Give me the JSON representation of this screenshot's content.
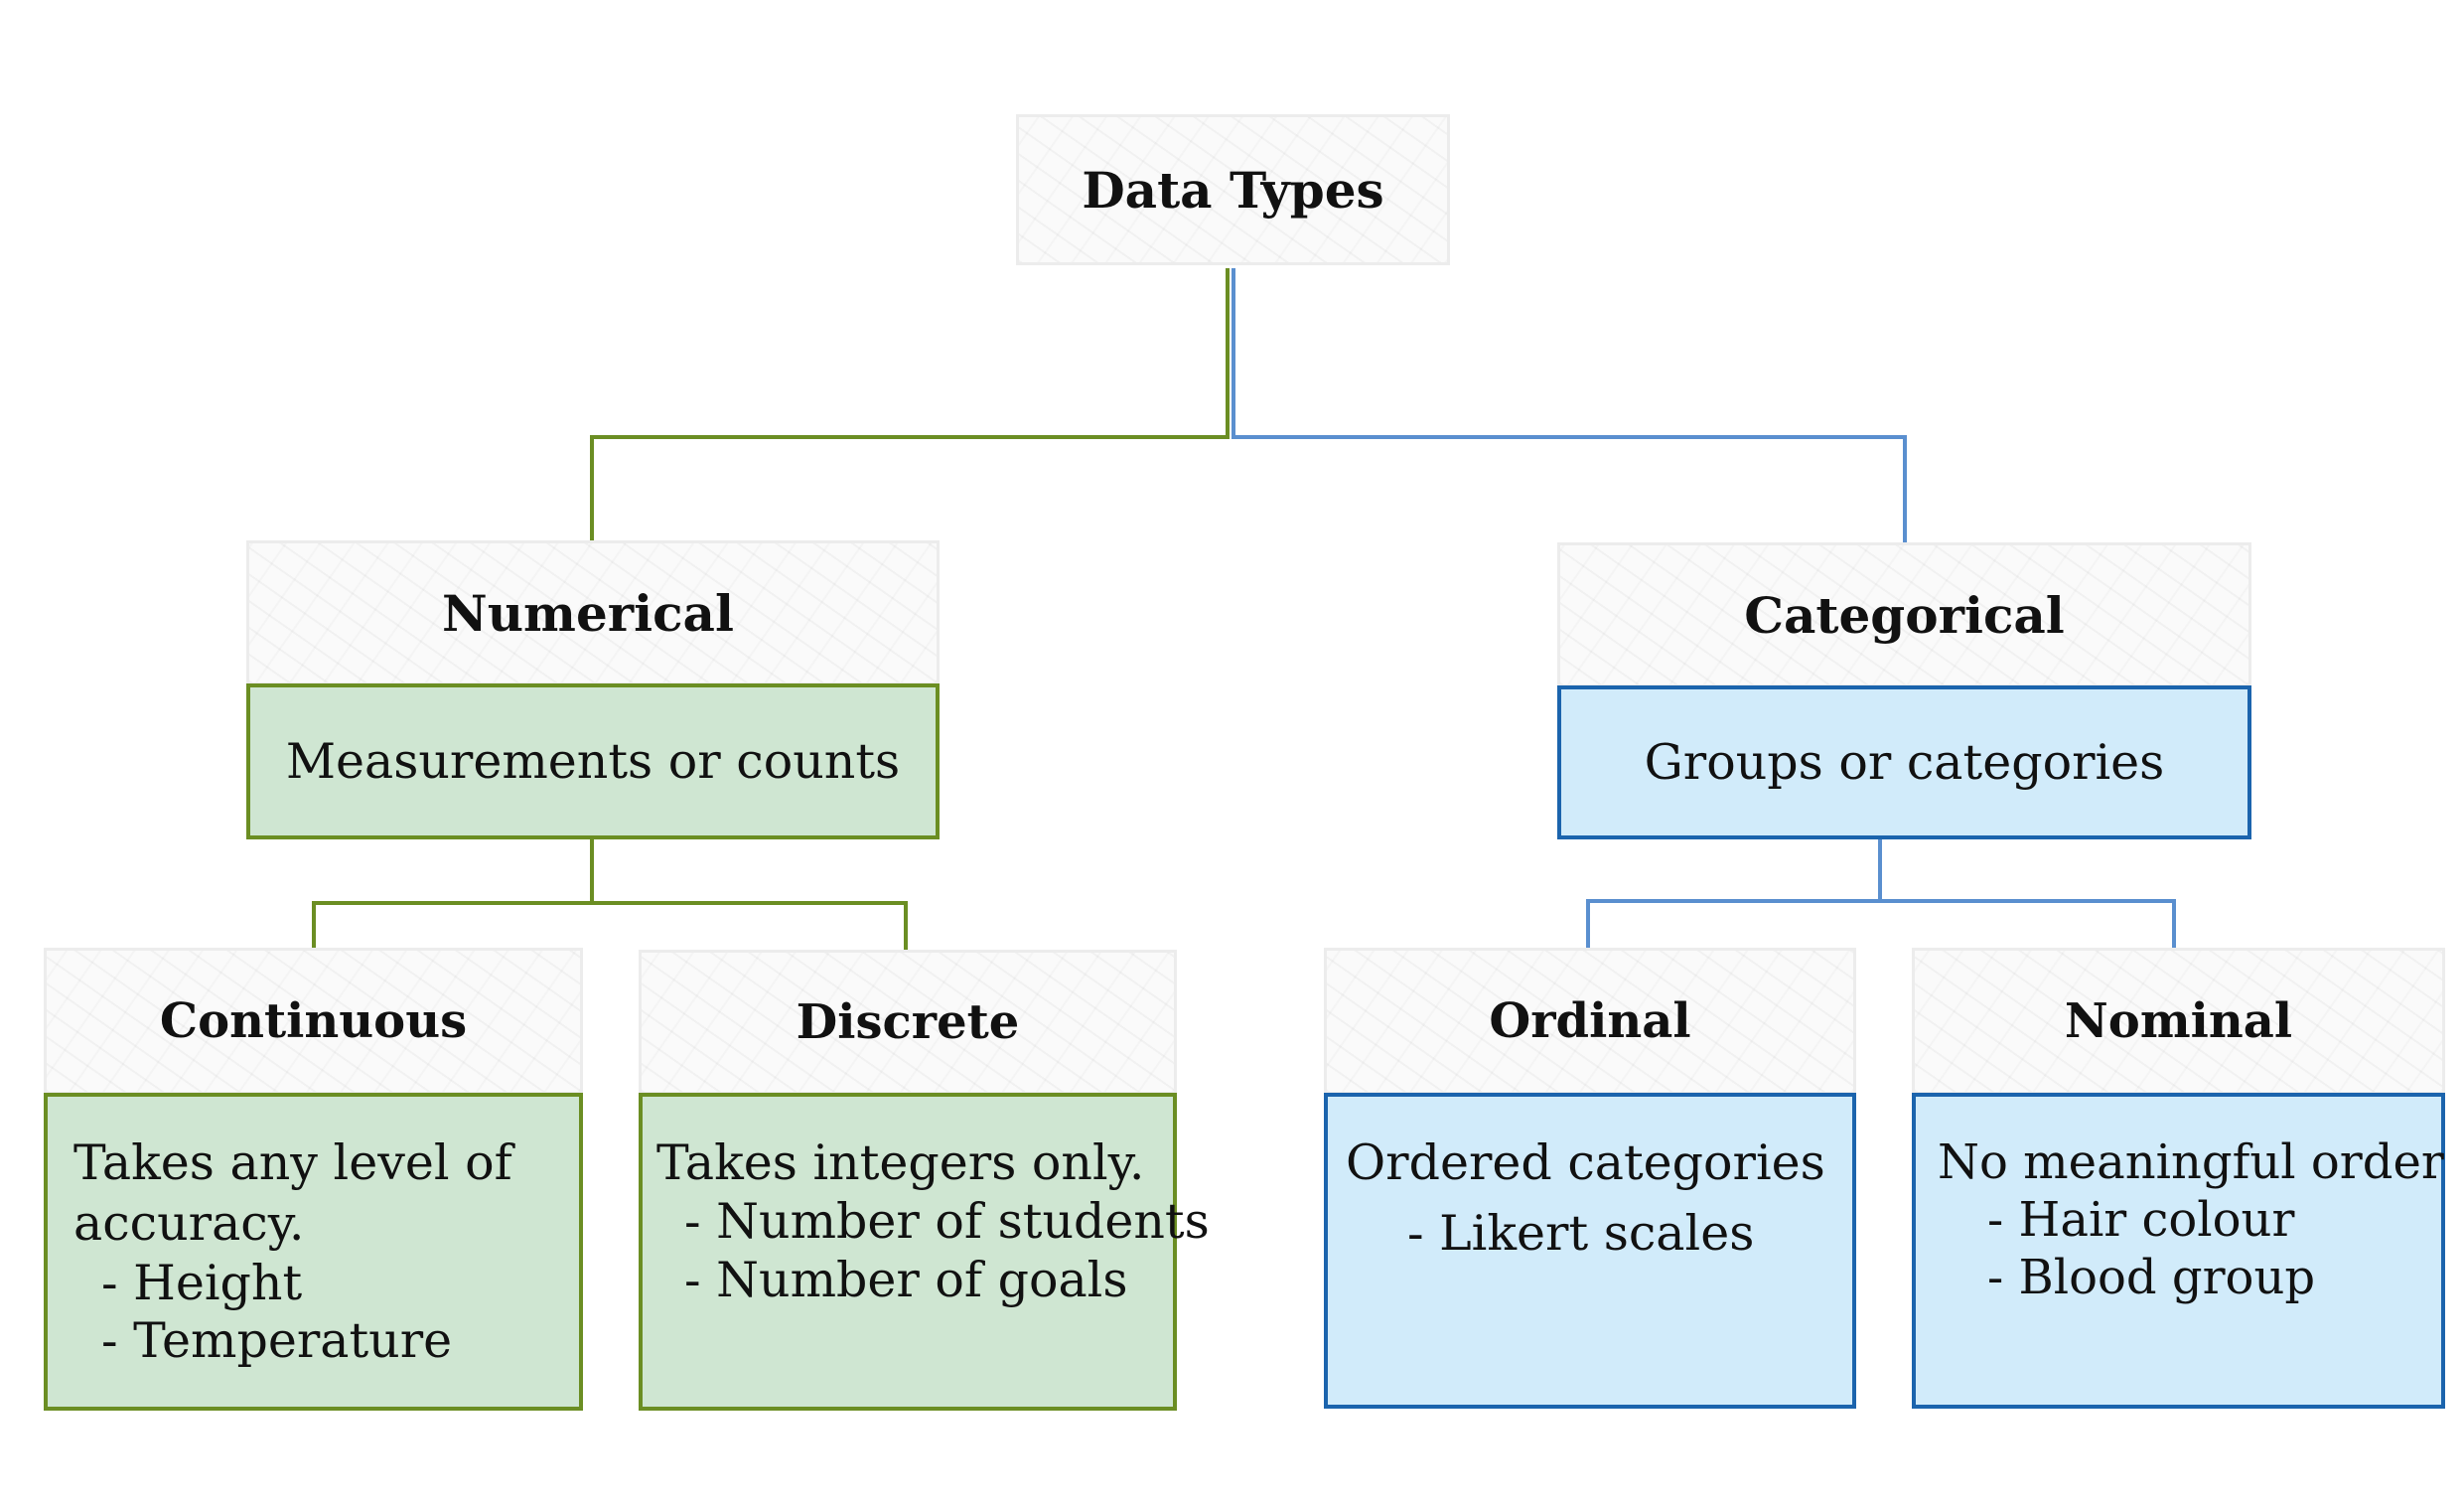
{
  "root": {
    "title": "Data Types"
  },
  "numerical": {
    "title": "Numerical",
    "description": "Measurements or counts",
    "children": {
      "continuous": {
        "title": "Continuous",
        "lines": [
          "Takes any level of",
          "accuracy."
        ],
        "examples": [
          "- Height",
          "- Temperature"
        ]
      },
      "discrete": {
        "title": "Discrete",
        "lines": [
          "Takes integers only."
        ],
        "examples": [
          "- Number of students",
          "- Number of goals"
        ]
      }
    }
  },
  "categorical": {
    "title": "Categorical",
    "description": "Groups or categories",
    "children": {
      "ordinal": {
        "title": "Ordinal",
        "lines": [
          "Ordered categories"
        ],
        "examples": [
          "- Likert scales"
        ]
      },
      "nominal": {
        "title": "Nominal",
        "lines": [
          "No meaningful order"
        ],
        "examples": [
          "- Hair colour",
          "- Blood group"
        ]
      }
    }
  },
  "colors": {
    "numerical_border": "#6b8e23",
    "numerical_fill": "#cfe6d2",
    "categorical_border": "#1b64ad",
    "categorical_fill": "#d1ebfa",
    "categorical_line": "#5a8fcf"
  }
}
